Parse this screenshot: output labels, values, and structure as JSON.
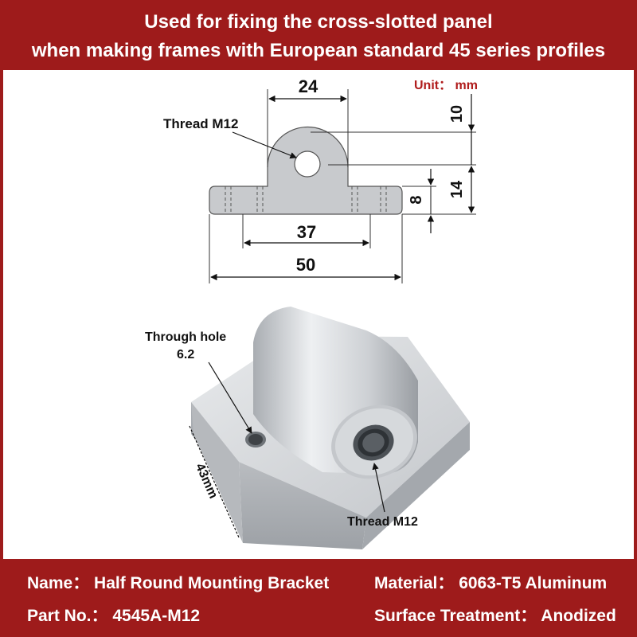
{
  "header": {
    "line1": "Used for fixing the cross-slotted panel",
    "line2": "when making frames with European standard 45 series profiles"
  },
  "drawing": {
    "unit_label": "Unit： mm",
    "dim_24": "24",
    "dim_37": "37",
    "dim_50": "50",
    "dim_10": "10",
    "dim_14": "14",
    "dim_8": "8",
    "thread_top": "Thread M12"
  },
  "photo": {
    "through_hole_line1": "Through hole",
    "through_hole_line2": "6.2",
    "dim_43": "43mm",
    "thread_bottom": "Thread M12"
  },
  "footer": {
    "name": "Name： Half Round Mounting Bracket",
    "part_no": "Part No.： 4545A-M12",
    "material": "Material： 6063-T5 Aluminum",
    "surface": "Surface Treatment： Anodized"
  },
  "colors": {
    "brand_red": "#9e1b1b",
    "unit_red": "#b01c1c",
    "aluminum": "#c9ccd0"
  }
}
